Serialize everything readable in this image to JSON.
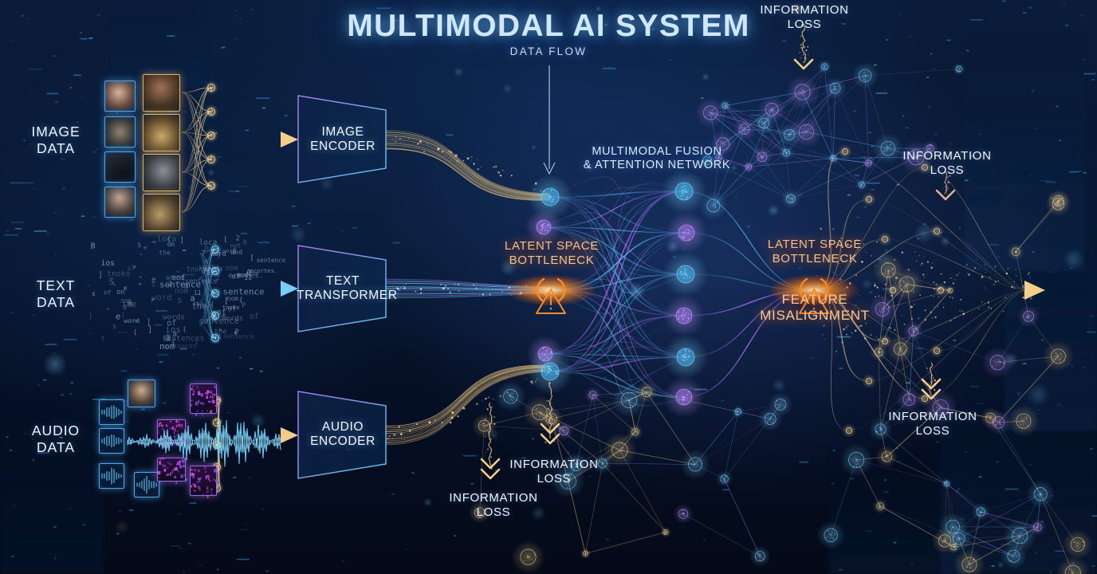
{
  "header": {
    "title": "MULTIMODAL AI SYSTEM",
    "subtitle": "DATA FLOW"
  },
  "modalities": [
    {
      "label": "IMAGE\nDATA",
      "name": "image-data"
    },
    {
      "label": "TEXT\nDATA",
      "name": "text-data"
    },
    {
      "label": "AUDIO\nDATA",
      "name": "audio-data"
    }
  ],
  "encoders": [
    {
      "label": "IMAGE\nENCODER",
      "name": "image-encoder"
    },
    {
      "label": "TEXT\nTRANSFORMER",
      "name": "text-transformer"
    },
    {
      "label": "AUDIO\nENCODER",
      "name": "audio-encoder"
    }
  ],
  "network": {
    "label": "MULTIMODAL FUSION\n& ATTENTION NETWORK"
  },
  "bottlenecks": [
    {
      "label": "LATENT SPACE\nBOTTLENECK",
      "name": "latent-space-bottleneck-left"
    },
    {
      "label": "LATENT SPACE\nBOTTLENECK",
      "name": "latent-space-bottleneck-right"
    }
  ],
  "warnings": {
    "feature_misalignment": "FEATURE\nMISALIGNMENT"
  },
  "information_loss": [
    {
      "label": "INFORMATION\nLOSS",
      "name": "information-loss-top-right"
    },
    {
      "label": "INFORMATION\nLOSS",
      "name": "information-loss-right"
    },
    {
      "label": "INFORMATION\nLOSS",
      "name": "information-loss-bottom-right"
    },
    {
      "label": "INFORMATION\nLOSS",
      "name": "information-loss-center"
    },
    {
      "label": "INFORMATION\nLOSS",
      "name": "information-loss-bottom-left"
    }
  ],
  "colors": {
    "background_deep": "#050e22",
    "background_mid": "#0a1c3a",
    "title_text": "#cfe8ff",
    "cyan_node": "#54c8f5",
    "purple_edge": "#a46ee8",
    "blue_edge": "#4aa6f0",
    "gold_edge": "#e4c07a",
    "warning_orange": "#ff7a18",
    "bottleneck_text": "#f7c28c",
    "thumb_blue_border": "#4fa9e8",
    "thumb_gold_border": "#d9b273",
    "spectrogram_magenta": "#d13fd1"
  }
}
